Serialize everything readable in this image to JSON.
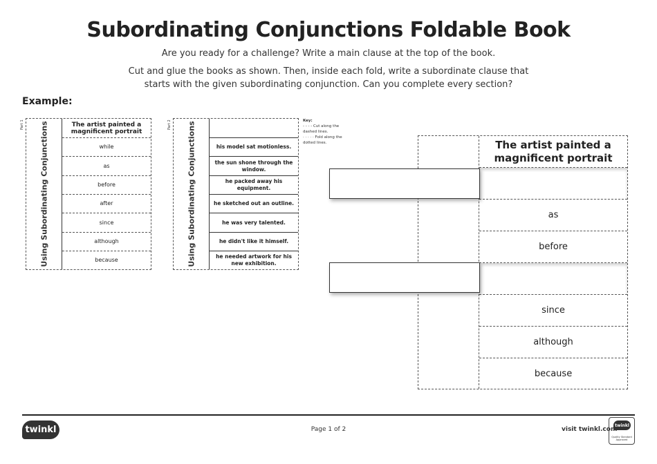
{
  "title": "Subordinating Conjunctions Foldable Book",
  "intro": "Are you ready for a challenge? Write a main clause at the top of the book.",
  "instructions": [
    "Cut and glue the books as shown. Then, inside each fold, write a subordinate clause that",
    "starts with the given subordinating conjunction. Can you complete every section?"
  ],
  "example_label": "Example:",
  "part1": {
    "label": "Part 1",
    "spine": "Using Subordinating Conjunctions",
    "header": "The artist painted a magnificent portrait",
    "conjunctions": [
      "while",
      "as",
      "before",
      "after",
      "since",
      "although",
      "because"
    ]
  },
  "part2": {
    "label": "Part 2",
    "spine": "Using Subordinating Conjunctions",
    "clauses": [
      "his model sat motionless.",
      "the sun shone through the window.",
      "he packed away his equipment.",
      "he sketched out an outline.",
      "he was very talented.",
      "he didn't like it himself.",
      "he needed artwork for his new exhibition."
    ]
  },
  "key": {
    "title": "Key:",
    "cut": "Cut along the dashed lines.",
    "fold": "Fold along the dotted lines."
  },
  "big_book": {
    "header": "The artist painted a magnificent portrait",
    "rows": [
      "",
      "as",
      "before",
      "",
      "since",
      "although",
      "because"
    ]
  },
  "footer": {
    "logo": "twinkl",
    "page": "Page 1 of 2",
    "visit": "visit twinkl.com",
    "badge_logo": "twinkl",
    "badge_text": "Quality Standard Approved"
  }
}
